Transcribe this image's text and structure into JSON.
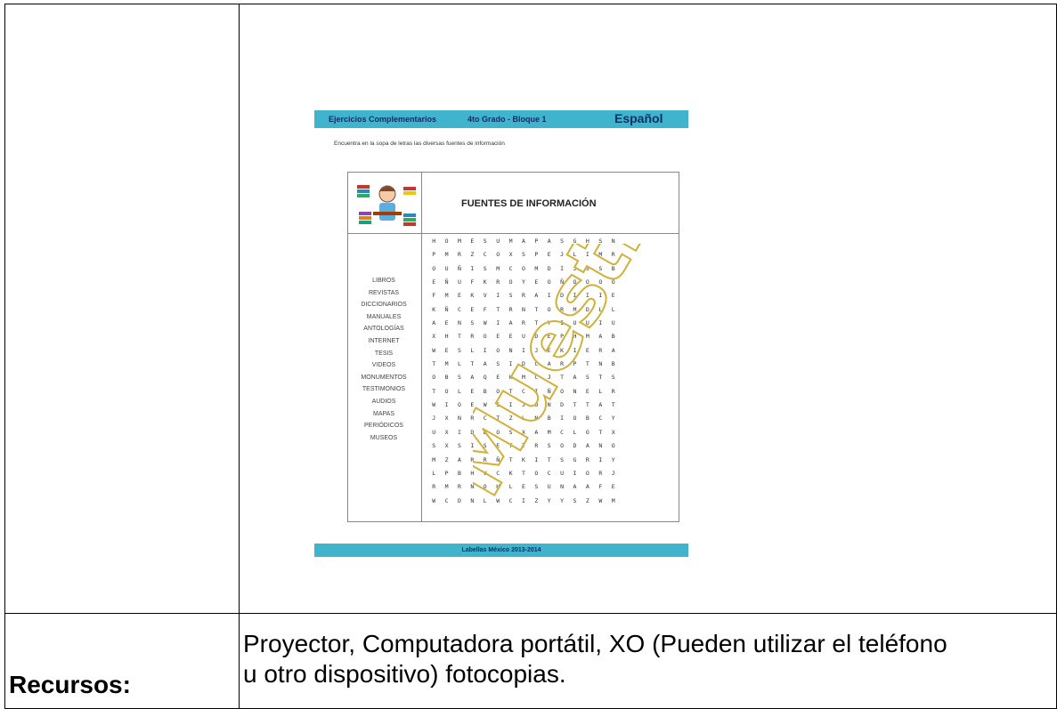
{
  "table": {
    "resources_label": "Recursos:",
    "resources_line1": " Proyector, Computadora portátil, XO (Pueden utilizar el teléfono",
    "resources_line2": "u otro dispositivo) fotocopias."
  },
  "worksheet": {
    "header_left": "Ejercicios Complementarios",
    "header_middle": "4to Grado - Bloque 1",
    "header_right": "Español",
    "instruction": "Encuentra en la sopa de letras las diversas fuentes de información",
    "title": "FUENTES DE INFORMACIÓN",
    "footer": "Labellas México 2013-2014",
    "watermark": "Muestra",
    "words": [
      "LIBROS",
      "REVISTAS",
      "DICCIONARIOS",
      "MANUALES",
      "ANTOLOGÍAS",
      "INTERNET",
      "TESIS",
      "VIDEOS",
      "MONUMENTOS",
      "TESTIMONIOS",
      "AUDIOS",
      "MAPAS",
      "PERIÓDICOS",
      "MUSEOS"
    ],
    "grid": [
      [
        "H",
        "O",
        "M",
        "E",
        "S",
        "U",
        "M",
        "A",
        "P",
        "A",
        "S",
        "G",
        "H",
        "S",
        "N"
      ],
      [
        "P",
        "M",
        "R",
        "Z",
        "C",
        "O",
        "X",
        "S",
        "P",
        "E",
        "J",
        "L",
        "I",
        "M",
        "R"
      ],
      [
        "O",
        "U",
        "Ñ",
        "I",
        "S",
        "M",
        "C",
        "O",
        "M",
        "D",
        "I",
        "J",
        "S",
        "S",
        "B"
      ],
      [
        "E",
        "Ñ",
        "U",
        "F",
        "K",
        "R",
        "O",
        "Y",
        "E",
        "O",
        "Ñ",
        "O",
        "O",
        "O",
        "O"
      ],
      [
        "F",
        "M",
        "E",
        "K",
        "V",
        "I",
        "S",
        "R",
        "A",
        "I",
        "D",
        "I",
        "I",
        "I",
        "E"
      ],
      [
        "K",
        "Ñ",
        "C",
        "E",
        "F",
        "T",
        "R",
        "N",
        "T",
        "O",
        "R",
        "M",
        "D",
        "L",
        "L"
      ],
      [
        "A",
        "E",
        "N",
        "S",
        "W",
        "I",
        "A",
        "R",
        "T",
        "Y",
        "I",
        "U",
        "U",
        "I",
        "U"
      ],
      [
        "X",
        "H",
        "T",
        "R",
        "O",
        "E",
        "E",
        "U",
        "D",
        "E",
        "P",
        "H",
        "M",
        "A",
        "B"
      ],
      [
        "W",
        "E",
        "S",
        "L",
        "I",
        "O",
        "N",
        "I",
        "J",
        "E",
        "K",
        "I",
        "E",
        "R",
        "A"
      ],
      [
        "T",
        "M",
        "L",
        "T",
        "A",
        "S",
        "I",
        "D",
        "C",
        "A",
        "R",
        "P",
        "T",
        "N",
        "B"
      ],
      [
        "O",
        "B",
        "S",
        "A",
        "Q",
        "E",
        "K",
        "M",
        "C",
        "J",
        "T",
        "A",
        "S",
        "T",
        "S"
      ],
      [
        "T",
        "O",
        "L",
        "E",
        "B",
        "O",
        "T",
        "C",
        "I",
        "Ñ",
        "O",
        "N",
        "E",
        "L",
        "R"
      ],
      [
        "W",
        "I",
        "O",
        "E",
        "W",
        "S",
        "I",
        "J",
        "O",
        "N",
        "D",
        "T",
        "T",
        "A",
        "T"
      ],
      [
        "J",
        "X",
        "N",
        "R",
        "C",
        "T",
        "Z",
        "L",
        "N",
        "B",
        "I",
        "O",
        "B",
        "C",
        "Y"
      ],
      [
        "U",
        "X",
        "I",
        "D",
        "E",
        "O",
        "S",
        "X",
        "A",
        "M",
        "C",
        "L",
        "O",
        "T",
        "X"
      ],
      [
        "S",
        "X",
        "S",
        "I",
        "S",
        "E",
        "T",
        "T",
        "R",
        "S",
        "O",
        "D",
        "A",
        "N",
        "O"
      ],
      [
        "M",
        "Z",
        "A",
        "R",
        "R",
        "Ñ",
        "T",
        "K",
        "I",
        "T",
        "S",
        "G",
        "R",
        "I",
        "Y"
      ],
      [
        "L",
        "P",
        "B",
        "H",
        "V",
        "C",
        "K",
        "T",
        "O",
        "C",
        "U",
        "I",
        "O",
        "R",
        "J"
      ],
      [
        "R",
        "M",
        "R",
        "N",
        "O",
        "H",
        "L",
        "E",
        "S",
        "U",
        "N",
        "A",
        "A",
        "F",
        "E"
      ],
      [
        "W",
        "C",
        "D",
        "N",
        "L",
        "W",
        "C",
        "I",
        "Z",
        "Y",
        "Y",
        "S",
        "Z",
        "W",
        "M"
      ]
    ]
  }
}
